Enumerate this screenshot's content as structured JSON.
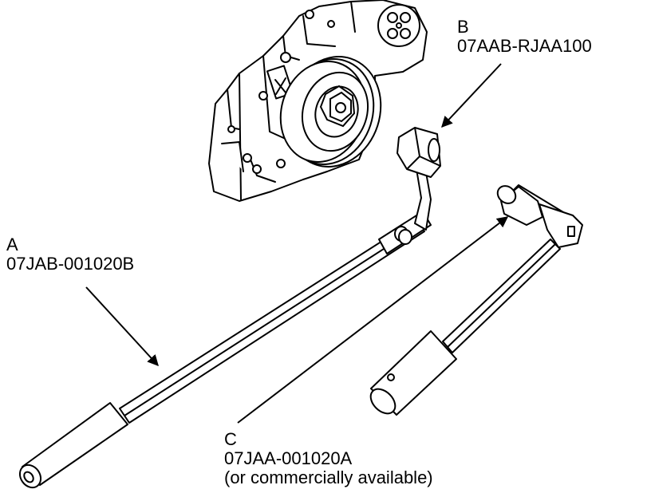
{
  "callouts": {
    "a": {
      "letter": "A",
      "part_number": "07JAB-001020B"
    },
    "b": {
      "letter": "B",
      "part_number": "07AAB-RJAA100"
    },
    "c": {
      "letter": "C",
      "part_number": "07JAA-001020A",
      "note": "(or commercially available)"
    }
  },
  "colors": {
    "line": "#000000",
    "background": "#ffffff"
  }
}
